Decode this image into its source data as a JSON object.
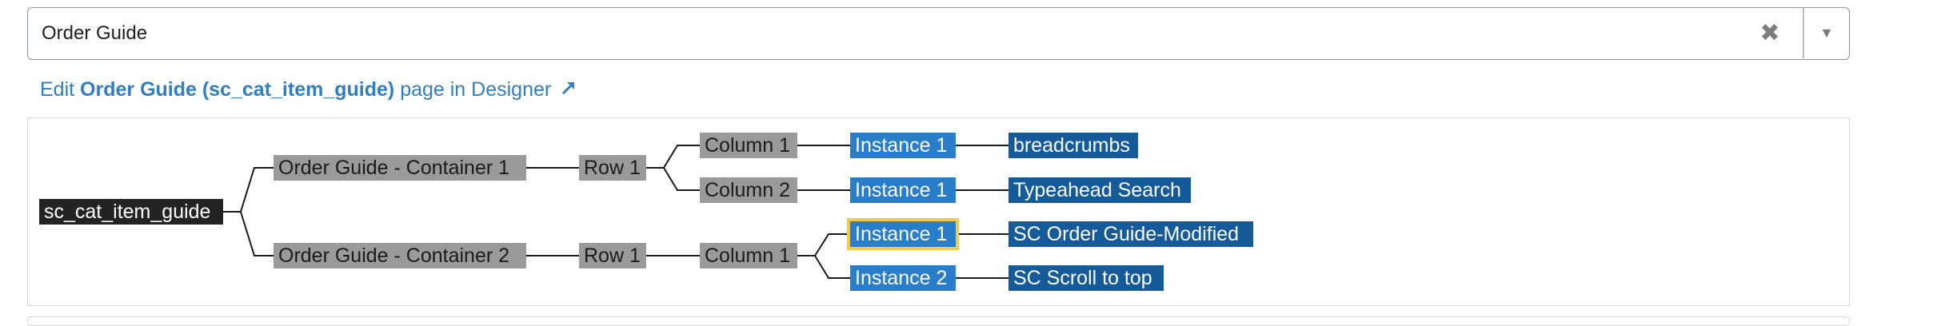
{
  "page_selector": {
    "value": "Order Guide",
    "clear_icon": "clear-x-icon",
    "dropdown_icon": "caret-down-icon"
  },
  "designer_link": {
    "prefix": "Edit",
    "page_name": "Order Guide (sc_cat_item_guide)",
    "suffix": "page in Designer",
    "icon": "external-link-icon"
  },
  "tree": {
    "root": "sc_cat_item_guide",
    "container_1": "Order Guide - Container 1",
    "container_1_row": "Row 1",
    "container_1_col_1": "Column 1",
    "container_1_col_1_instance": "Instance 1",
    "container_1_col_1_widget": "breadcrumbs",
    "container_1_col_2": "Column 2",
    "container_1_col_2_instance": "Instance 1",
    "container_1_col_2_widget": "Typeahead Search",
    "container_2": "Order Guide - Container 2",
    "container_2_row": "Row 1",
    "container_2_col_1": "Column 1",
    "container_2_instance_1": "Instance 1",
    "container_2_instance_1_widget": "SC Order Guide-Modified",
    "container_2_instance_2": "Instance 2",
    "container_2_instance_2_widget": "SC Scroll to top",
    "colors": {
      "root": "#232323",
      "layout": "#9a9a9a",
      "instance": "#2a7dc8",
      "widget": "#155a99",
      "selected_outline": "#f2c94c"
    }
  }
}
